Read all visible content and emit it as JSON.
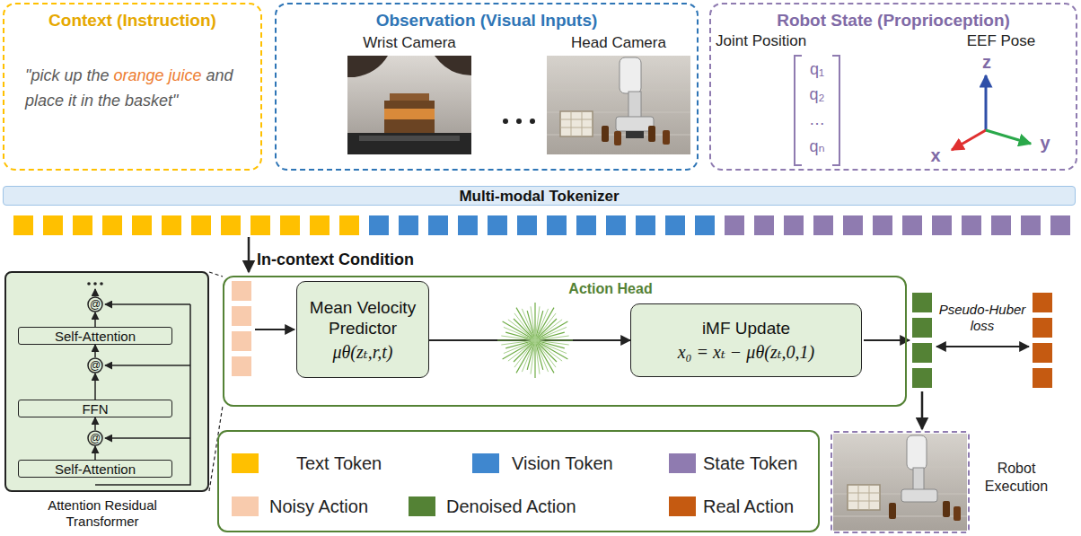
{
  "diagram": {
    "nodes": [
      {
        "text": [
          "Context (Instruction)",
          "\"pick up the",
          "orange juice",
          "and place it in the basket\""
        ]
      },
      {
        "text": [
          "Observation (Visual Inputs)",
          "Wrist Camera",
          "Head Camera"
        ]
      },
      {
        "text": [
          "Robot State (Proprioception)",
          "Joint Position",
          "EEF Pose"
        ]
      },
      {
        "text": [
          "Multi-modal Tokenizer"
        ]
      },
      {
        "text": [
          "Attention Residual Transformer"
        ]
      },
      {
        "text": [
          "Self-Attention"
        ],
        "in": 4
      },
      {
        "text": [
          "FFN"
        ],
        "in": 4
      },
      {
        "text": [
          "Self-Attention"
        ],
        "in": 4
      },
      {
        "text": [
          "@"
        ],
        "in": 4
      },
      {
        "text": [
          "@"
        ],
        "in": 4
      },
      {
        "text": [
          "@"
        ],
        "in": 4
      },
      {
        "text": [
          "Action Head"
        ]
      },
      {
        "text": [
          "Mean Velocity Predictor",
          "μθ(zₜ,r,t)"
        ],
        "in": 11
      },
      {
        "text": [
          "iMF Update",
          "x₀ = xₜ − μθ(zₜ,0,1)"
        ],
        "in": 11
      },
      {
        "text": [
          "Robot Execution"
        ]
      }
    ],
    "edges": [
      {
        "from": 7,
        "to": 10,
        "arrow": "to"
      },
      {
        "from": 10,
        "to": 6,
        "arrow": "to"
      },
      {
        "from": 6,
        "to": 9,
        "arrow": "to"
      },
      {
        "from": 9,
        "to": 5,
        "arrow": "to"
      },
      {
        "from": 5,
        "to": 8,
        "arrow": "to"
      },
      {
        "from": 12,
        "to": 13,
        "arrow": "to"
      }
    ],
    "labels": [
      "In-context Condition",
      "Pseudo-Huber loss",
      "q₁",
      "q₂",
      "…",
      "qₙ",
      "z",
      "x",
      "y"
    ],
    "legend": [
      {
        "text": "Text Token",
        "color": "#ffc000"
      },
      {
        "text": "Vision Token",
        "color": "#3f87cf"
      },
      {
        "text": "State Token",
        "color": "#8f7bb0"
      },
      {
        "text": "Noisy Action",
        "color": "#f8cbad"
      },
      {
        "text": "Denoised Action",
        "color": "#548235"
      },
      {
        "text": "Real Action",
        "color": "#c55a11"
      }
    ]
  }
}
